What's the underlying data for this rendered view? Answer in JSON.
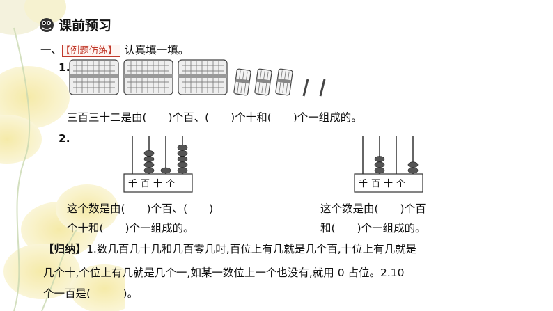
{
  "header": {
    "title": "课前预习"
  },
  "section": {
    "index": "一、",
    "tag": "【例题仿练】",
    "instruction": "认真填一填。"
  },
  "q1": {
    "num": "1.",
    "sentence": "三百三十二是由(　　)个百、(　　)个十和(　　)个一组成的。",
    "counts": {
      "hundreds": 3,
      "tens": 3,
      "ones": 2
    }
  },
  "q2": {
    "num": "2.",
    "abacus_labels": [
      "千",
      "百",
      "十",
      "个"
    ],
    "left": {
      "beads": [
        0,
        4,
        1,
        5
      ],
      "line1": "这个数是由(　　)个百、(　　)",
      "line2": "个十和(　　)个一组成的。"
    },
    "right": {
      "beads": [
        0,
        3,
        0,
        2
      ],
      "line1": "这个数是由(　　)个百",
      "line2": "和(　　)个一组成的。"
    }
  },
  "summary": {
    "tag": "【归纳】",
    "line1": "1.数几百几十几和几百零几时,百位上有几就是几个百,十位上有几就是",
    "line2": "几个十,个位上有几就是几个一,如某一数位上一个也没有,就用 0 占位。2.10",
    "line3": "个一百是(　　　)。"
  },
  "colors": {
    "accent": "#c0392b",
    "bead": "#555555",
    "petal": "#f6efb8"
  }
}
